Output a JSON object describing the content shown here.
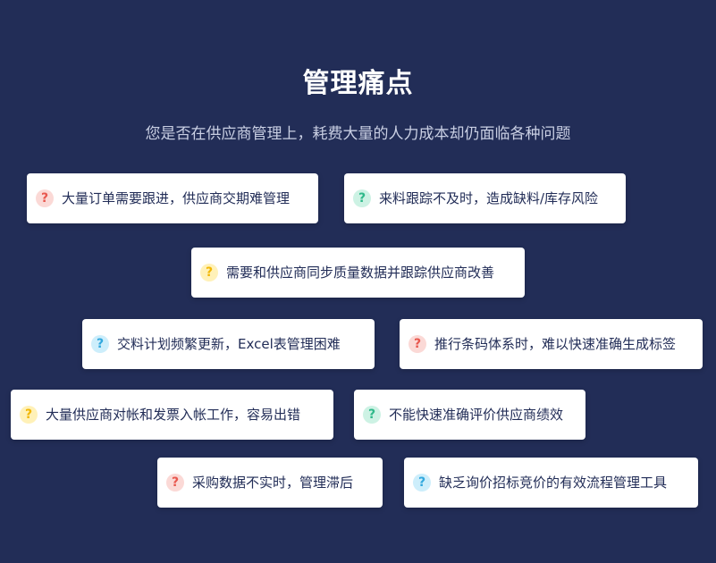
{
  "header": {
    "title": "管理痛点",
    "subtitle": "您是否在供应商管理上，耗费大量的人力成本却仍面临各种问题"
  },
  "icon_glyph": "?",
  "colors": {
    "background": "#222d57",
    "red": "#e8574e",
    "green": "#2fb98a",
    "yellow": "#f2b705",
    "blue": "#32a8de"
  },
  "cards": [
    {
      "text": "大量订单需要跟进，供应商交期难管理",
      "icon": "question-icon",
      "color": "red"
    },
    {
      "text": "来料跟踪不及时，造成缺料/库存风险",
      "icon": "question-icon",
      "color": "green"
    },
    {
      "text": "需要和供应商同步质量数据并跟踪供应商改善",
      "icon": "question-icon",
      "color": "yellow"
    },
    {
      "text": "交料计划频繁更新，Excel表管理困难",
      "icon": "question-icon",
      "color": "blue"
    },
    {
      "text": "推行条码体系时，难以快速准确生成标签",
      "icon": "question-icon",
      "color": "red"
    },
    {
      "text": "大量供应商对帐和发票入帐工作，容易出错",
      "icon": "question-icon",
      "color": "yellow"
    },
    {
      "text": "不能快速准确评价供应商绩效",
      "icon": "question-icon",
      "color": "green"
    },
    {
      "text": "采购数据不实时，管理滞后",
      "icon": "question-icon",
      "color": "red"
    },
    {
      "text": "缺乏询价招标竞价的有效流程管理工具",
      "icon": "question-icon",
      "color": "blue"
    }
  ]
}
